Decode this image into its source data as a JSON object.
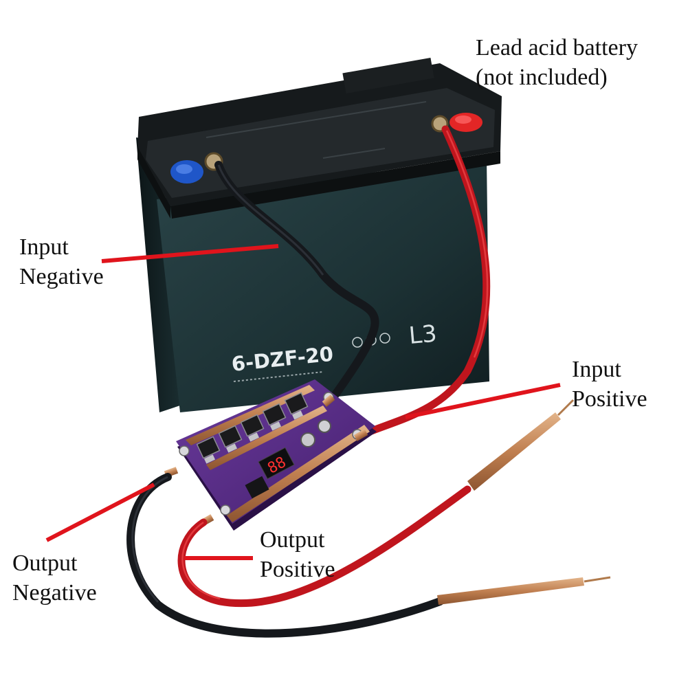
{
  "colors": {
    "callout": "#e0141c",
    "battery": "#1f3438",
    "battery_top": "#15191b",
    "pcb": "#5b2b8a",
    "red_wire": "#c0151d",
    "black_wire": "#15181c",
    "copper": "#c98b5c"
  },
  "labels": {
    "battery_line1": "Lead acid battery",
    "battery_line2": "(not included)",
    "input_negative_line1": "Input",
    "input_negative_line2": "Negative",
    "input_positive_line1": "Input",
    "input_positive_line2": "Positive",
    "output_positive_line1": "Output",
    "output_positive_line2": "Positive",
    "output_negative_line1": "Output",
    "output_negative_line2": "Negative"
  },
  "battery": {
    "model": "6-DZF-20",
    "cell_mark": "L3"
  },
  "display": {
    "digits": "88"
  }
}
